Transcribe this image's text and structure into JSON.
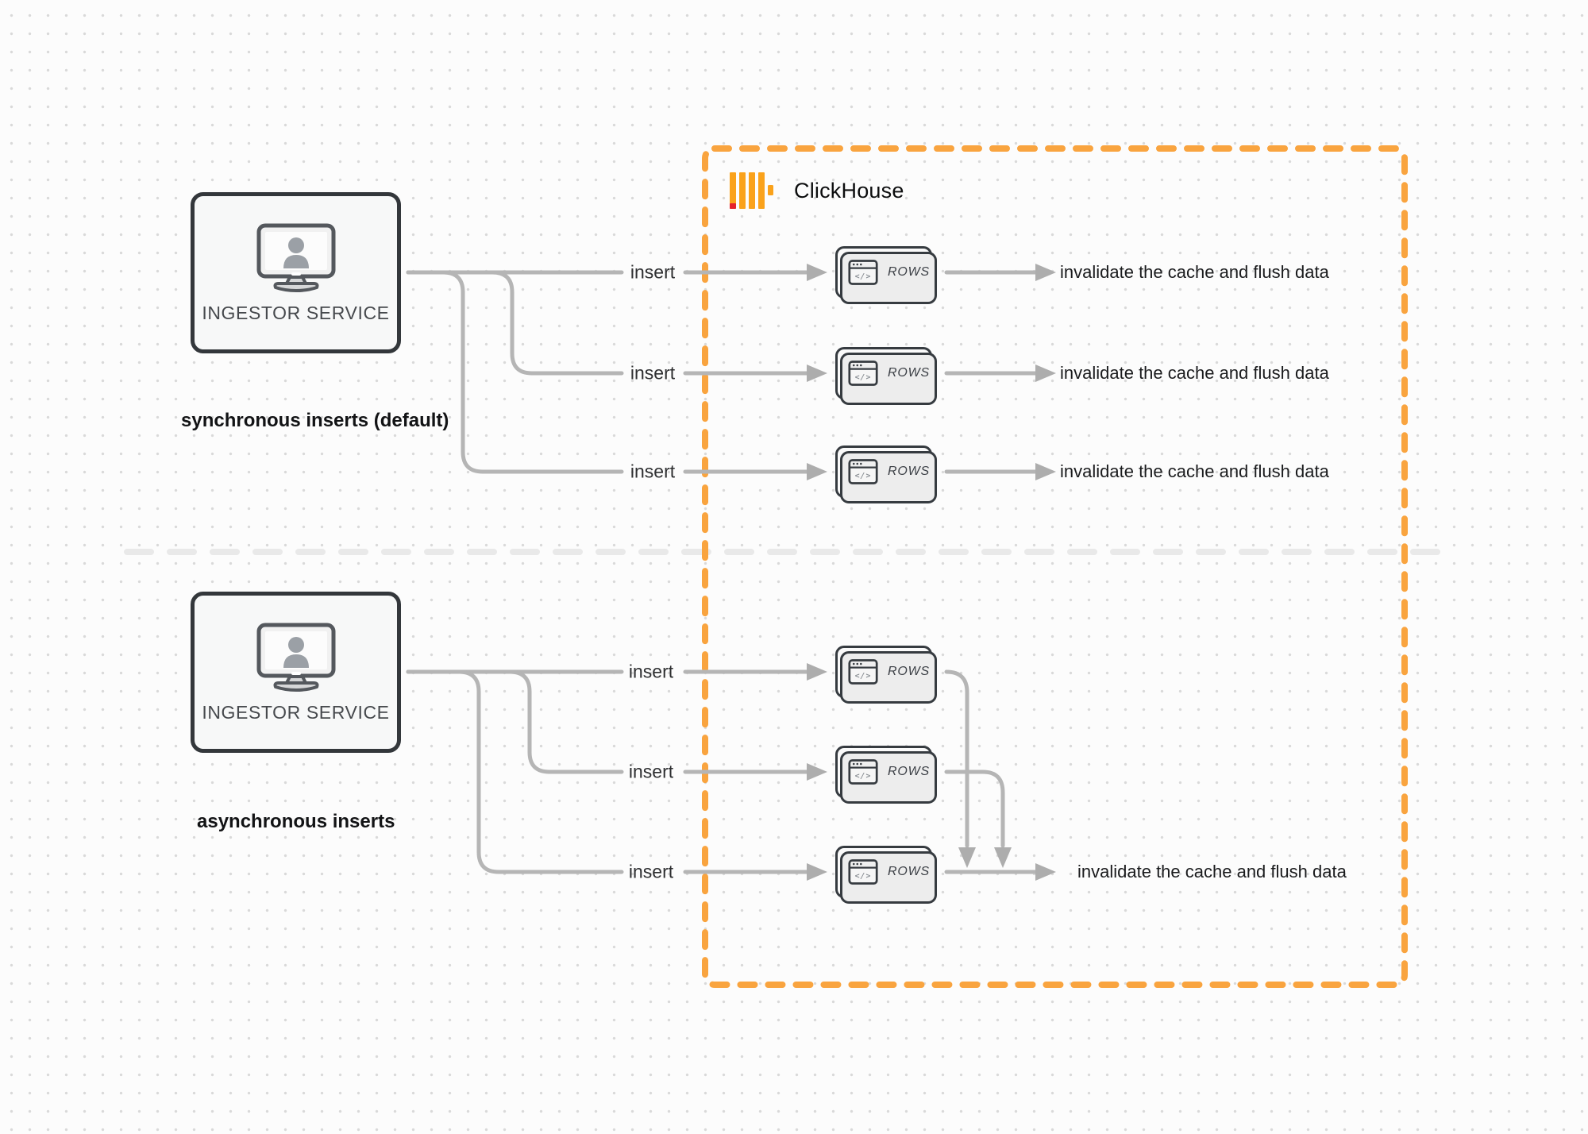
{
  "diagram": {
    "clickhouse": {
      "label": "ClickHouse"
    },
    "sync_section": {
      "service_label": "INGESTOR SERVICE",
      "caption": "synchronous inserts (default)",
      "inserts": [
        "insert",
        "insert",
        "insert"
      ],
      "rows_blocks": [
        "ROWS",
        "ROWS",
        "ROWS"
      ],
      "results": [
        "invalidate the cache and flush data",
        "invalidate the cache and flush data",
        "invalidate the cache and flush data"
      ]
    },
    "async_section": {
      "service_label": "INGESTOR SERVICE",
      "caption": "asynchronous inserts",
      "inserts": [
        "insert",
        "insert",
        "insert"
      ],
      "rows_blocks": [
        "ROWS",
        "ROWS",
        "ROWS"
      ],
      "result": "invalidate the cache and flush data"
    },
    "icons": {
      "code_window_glyph": "</>"
    },
    "colors": {
      "accent": "#F9A43F",
      "logo-bar": "#FAA21B",
      "logo-red": "#E5232B",
      "connector": "#B5B5B5",
      "arrow": "#ADADAD",
      "divider": "#E9E9E9",
      "card-border": "#363B40",
      "ink": "#1A1B1D"
    }
  }
}
